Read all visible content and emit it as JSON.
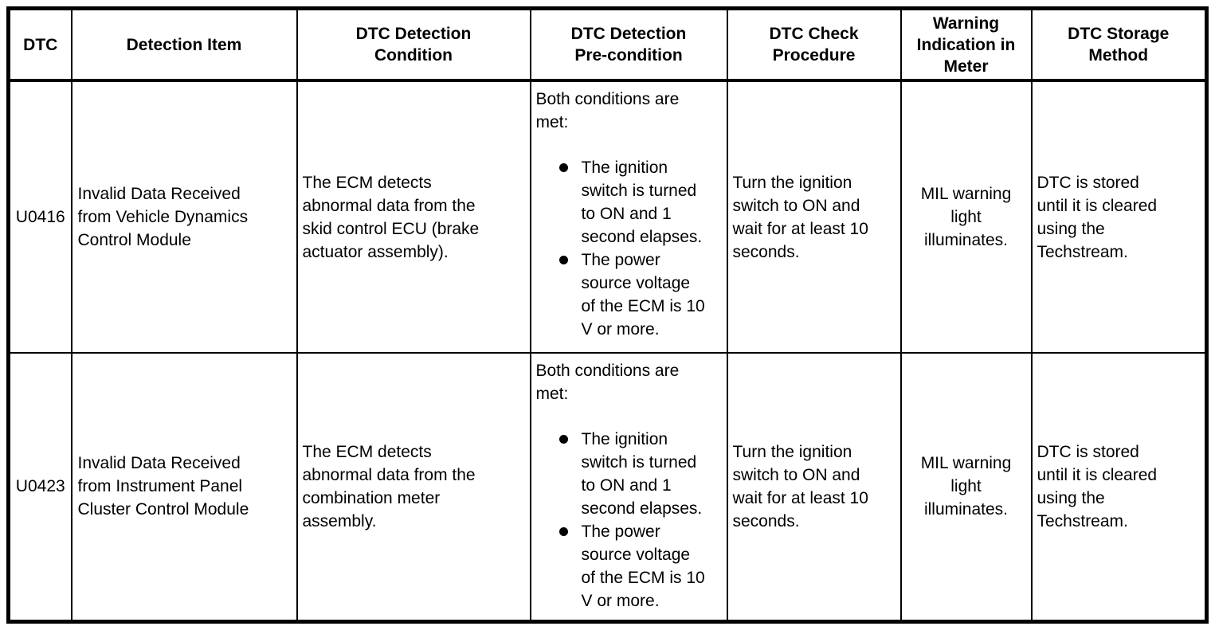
{
  "colors": {
    "background": "#ffffff",
    "border": "#000000",
    "text": "#000000"
  },
  "table": {
    "headers": [
      {
        "lines": [
          "DTC"
        ]
      },
      {
        "lines": [
          "Detection Item"
        ]
      },
      {
        "lines": [
          "DTC Detection",
          "Condition"
        ]
      },
      {
        "lines": [
          "DTC Detection",
          "Pre-condition"
        ]
      },
      {
        "lines": [
          "DTC Check",
          "Procedure"
        ]
      },
      {
        "lines": [
          "Warning",
          "Indication in",
          "Meter"
        ]
      },
      {
        "lines": [
          "DTC Storage",
          "Method"
        ]
      }
    ],
    "rows": [
      {
        "dtc": "U0416",
        "detection_item": "Invalid Data Received from Vehicle Dynamics Control Module",
        "detection_condition": "The ECM detects abnormal data from the skid control ECU (brake actuator assembly).",
        "pre_condition": {
          "intro": "Both conditions are met:",
          "bullets": [
            "The ignition switch is turned to ON and 1 second elapses.",
            "The power source voltage of the ECM is 10 V or more."
          ]
        },
        "check_procedure": "Turn the ignition switch to ON and wait for at least 10 seconds.",
        "warning_indication": "MIL warning light illuminates.",
        "storage_method": "DTC is stored until it is cleared using the Techstream."
      },
      {
        "dtc": "U0423",
        "detection_item": "Invalid Data Received from Instrument Panel Cluster Control Module",
        "detection_condition": "The ECM detects abnormal data from the combination meter assembly.",
        "pre_condition": {
          "intro": "Both conditions are met:",
          "bullets": [
            "The ignition switch is turned to ON and 1 second elapses.",
            "The power source voltage of the ECM is 10 V or more."
          ]
        },
        "check_procedure": "Turn the ignition switch to ON and wait for at least 10 seconds.",
        "warning_indication": "MIL warning light illuminates.",
        "storage_method": "DTC is stored until it is cleared using the Techstream."
      }
    ]
  }
}
